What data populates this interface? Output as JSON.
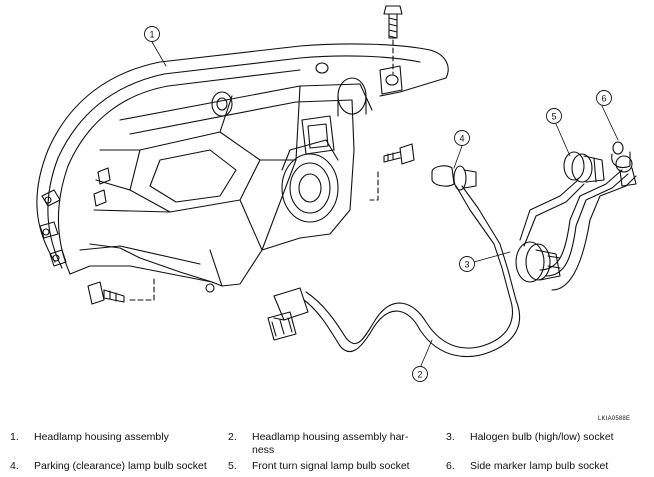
{
  "diagram": {
    "callouts": [
      "1",
      "2",
      "3",
      "4",
      "5",
      "6"
    ],
    "figure_code": "LKIA0588E"
  },
  "legend": [
    {
      "num": "1.",
      "text": "Headlamp housing assembly"
    },
    {
      "num": "2.",
      "text": "Headlamp housing assembly har-",
      "text2": "ness"
    },
    {
      "num": "3.",
      "text": "Halogen bulb (high/low) socket"
    },
    {
      "num": "4.",
      "text": "Parking (clearance) lamp bulb socket"
    },
    {
      "num": "5.",
      "text": "Front turn signal lamp bulb socket"
    },
    {
      "num": "6.",
      "text": "Side marker lamp bulb socket"
    }
  ]
}
